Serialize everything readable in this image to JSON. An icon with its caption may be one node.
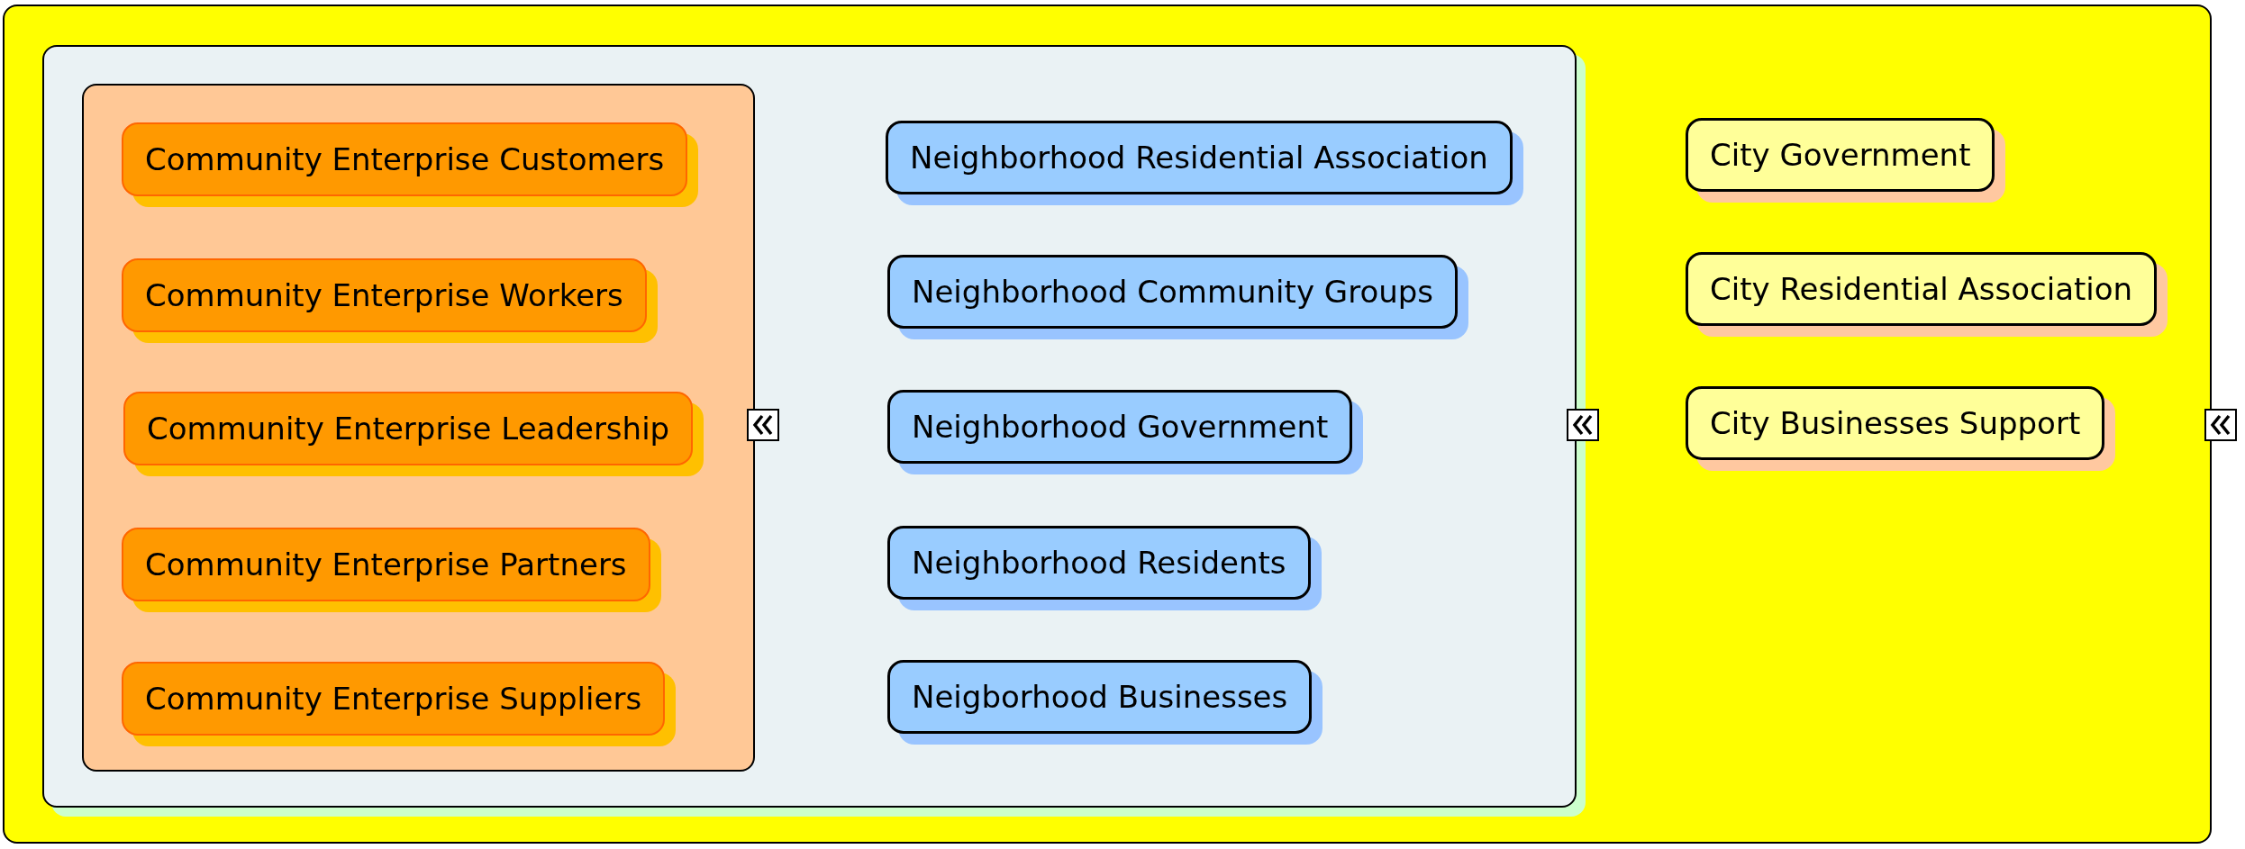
{
  "diagram": {
    "nodes": [
      {
        "text": [],
        "shape": "box"
      },
      {
        "text": [],
        "shape": "box",
        "in": 0
      },
      {
        "text": [],
        "shape": "box",
        "in": 1
      },
      {
        "text": [
          "Community Enterprise Customers"
        ],
        "in": 2
      },
      {
        "text": [
          "Community Enterprise Workers"
        ],
        "in": 2
      },
      {
        "text": [
          "Community Enterprise Leadership"
        ],
        "in": 2
      },
      {
        "text": [
          "Community Enterprise Partners"
        ],
        "in": 2
      },
      {
        "text": [
          "Community Enterprise Suppliers"
        ],
        "in": 2
      },
      {
        "text": [
          "Neighborhood Residential Association"
        ],
        "in": 1
      },
      {
        "text": [
          "Neighborhood Community Groups"
        ],
        "in": 1
      },
      {
        "text": [
          "Neighborhood Government"
        ],
        "in": 1
      },
      {
        "text": [
          "Neighborhood Residents"
        ],
        "in": 1
      },
      {
        "text": [
          "Neigborhood Businesses"
        ],
        "in": 1
      },
      {
        "text": [
          "City Government"
        ],
        "in": 0
      },
      {
        "text": [
          "City Residential Association"
        ],
        "in": 0
      },
      {
        "text": [
          "City Businesses Support"
        ],
        "in": 0
      }
    ]
  }
}
